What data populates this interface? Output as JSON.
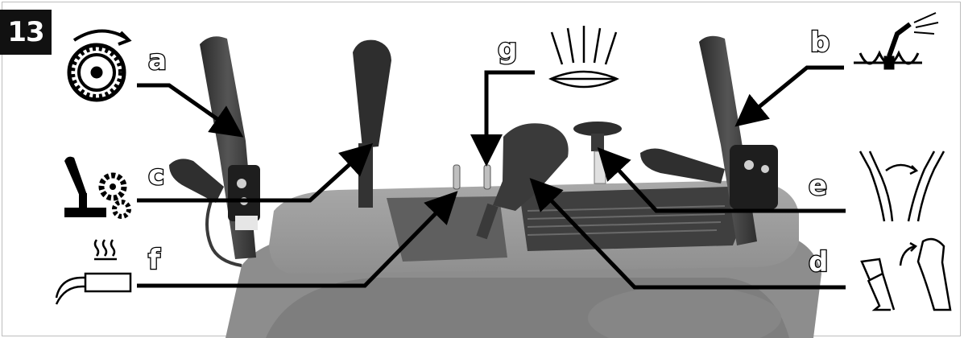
{
  "figure": {
    "number": "13"
  },
  "callouts": [
    {
      "letter": "a",
      "icon": "wheel-drive-icon"
    },
    {
      "letter": "b",
      "icon": "auger-icon"
    },
    {
      "letter": "c",
      "icon": "drive-lever-gear-icon"
    },
    {
      "letter": "d",
      "icon": "chute-deflector-icon"
    },
    {
      "letter": "e",
      "icon": "chute-rotation-icon"
    },
    {
      "letter": "f",
      "icon": "handle-heater-icon"
    },
    {
      "letter": "g",
      "icon": "headlight-icon"
    }
  ],
  "colors": {
    "machine_body": "#9b9b9b",
    "handle_dark": "#3a3a3a",
    "line": "#000000",
    "badge": "#111111"
  }
}
